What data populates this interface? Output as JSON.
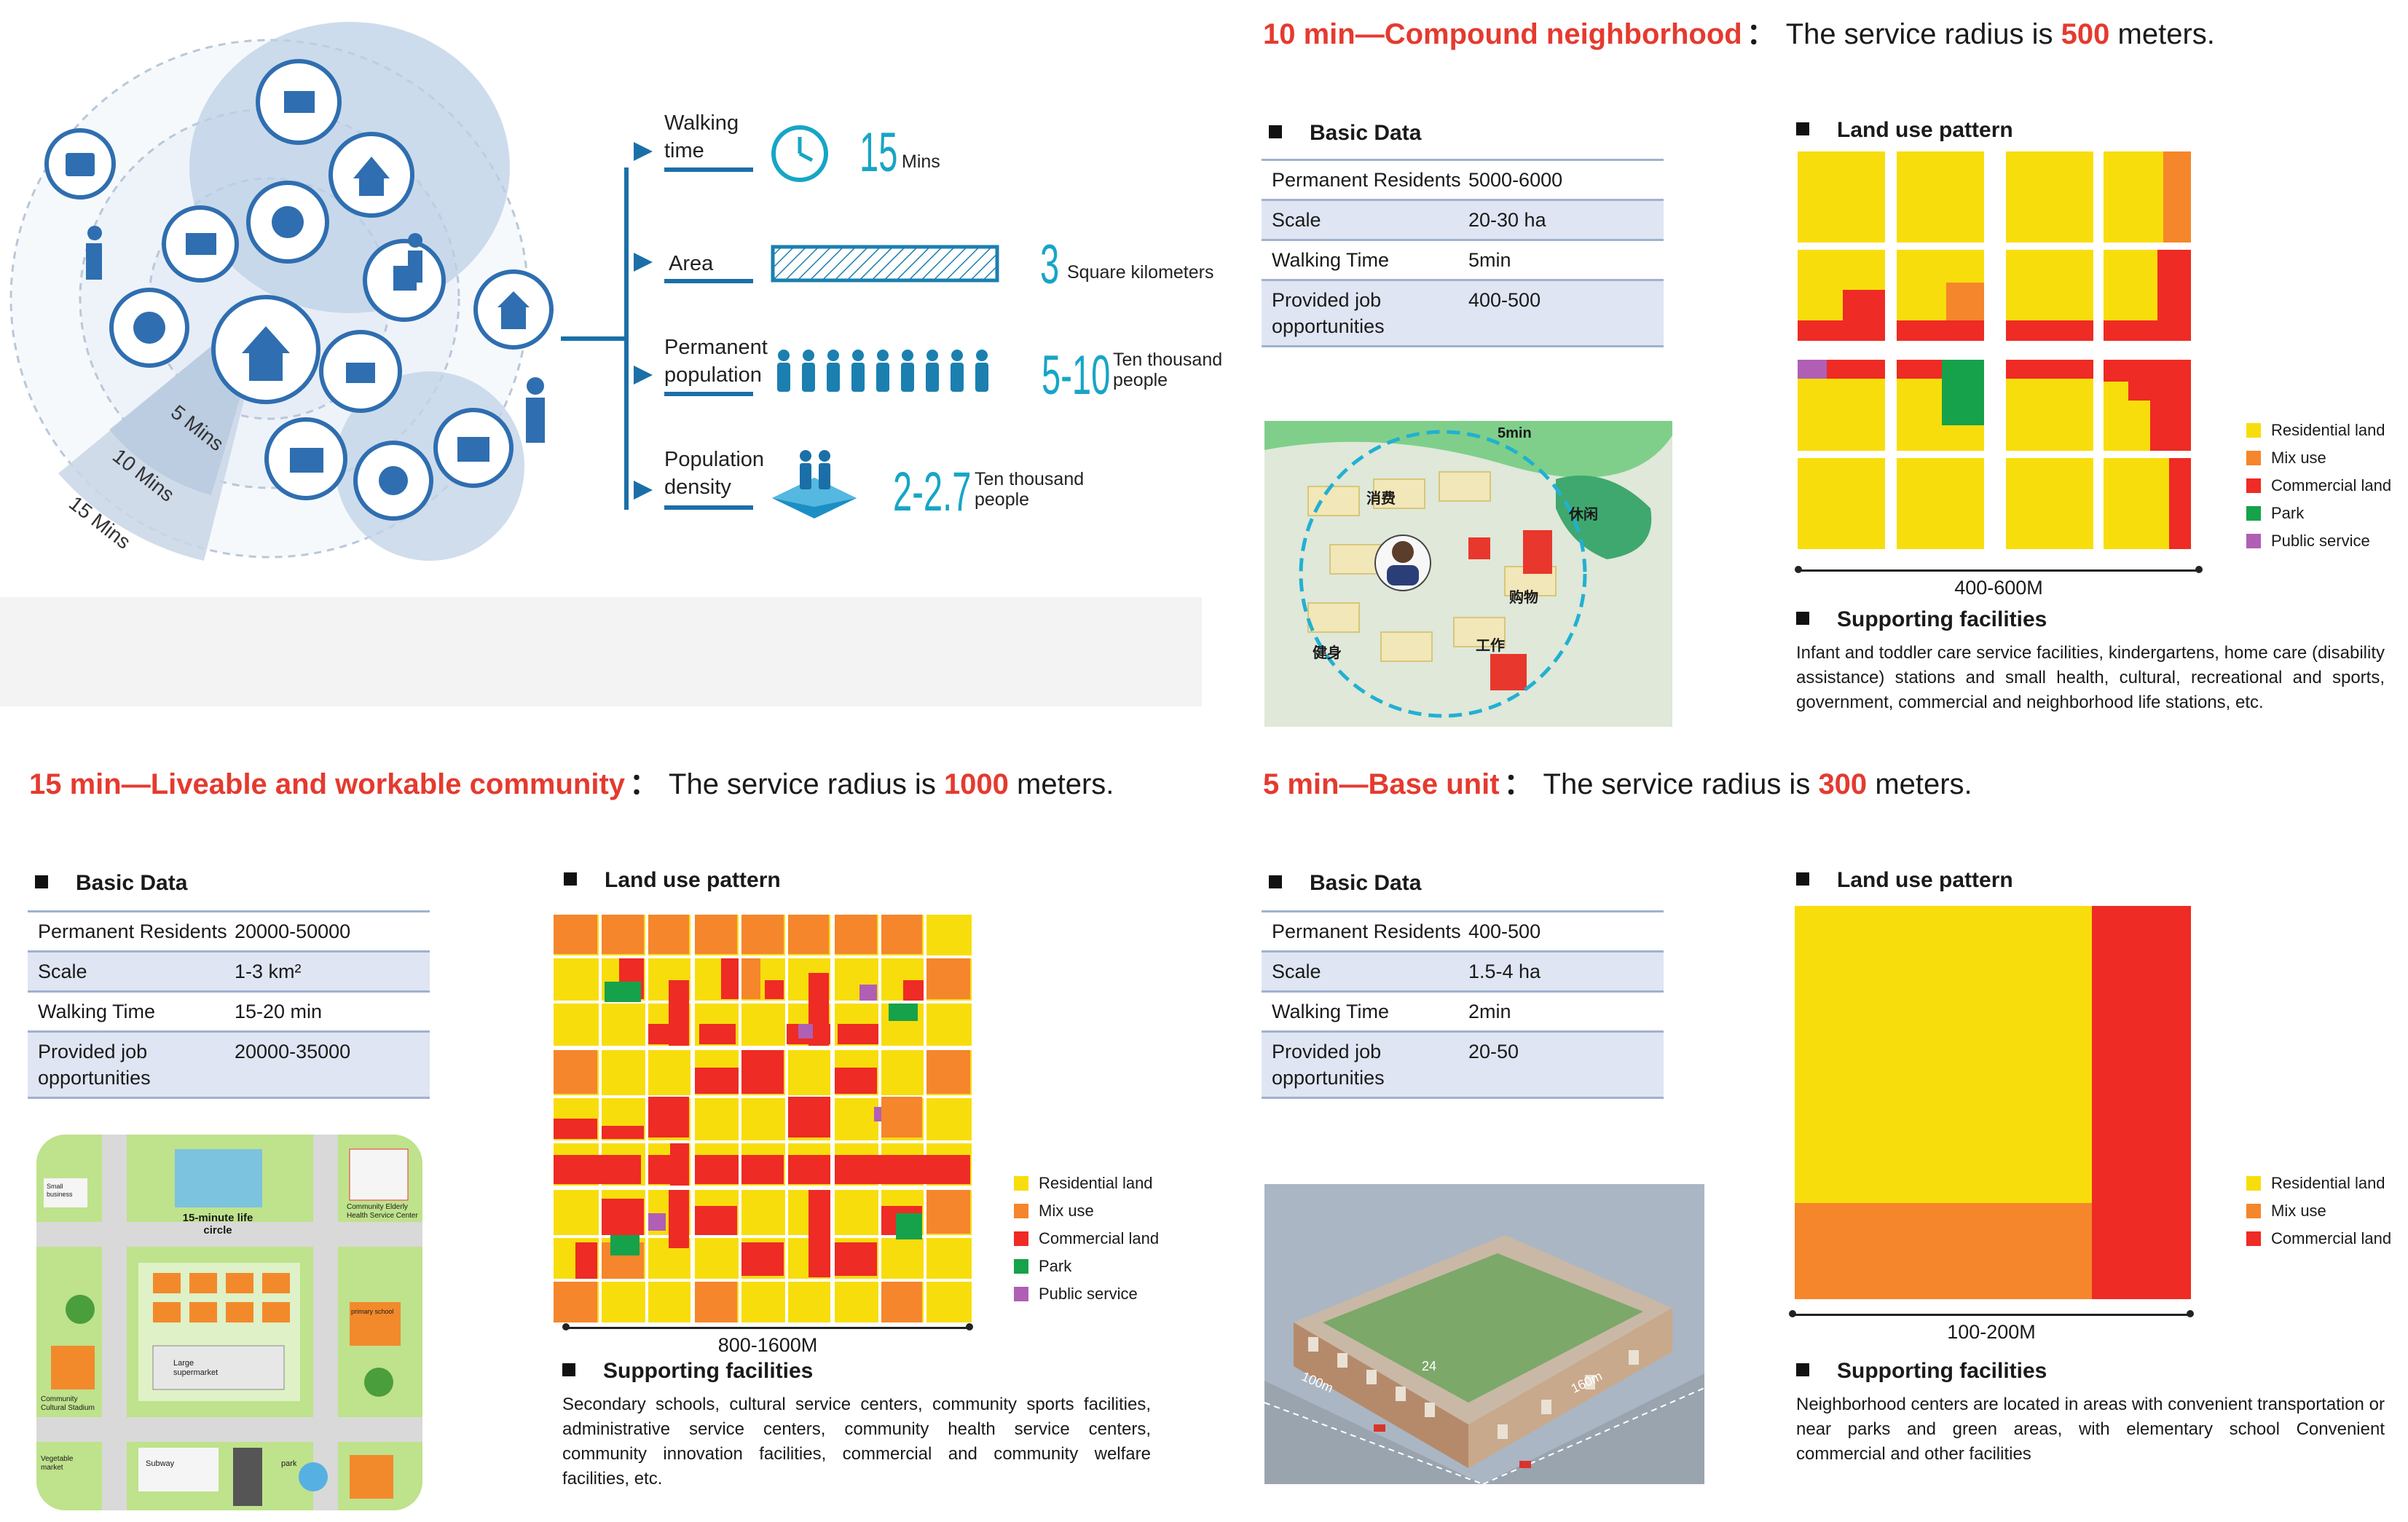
{
  "colors": {
    "residential": "#f8dd0c",
    "mixuse": "#f5862b",
    "commercial": "#ee2b24",
    "park": "#16a24a",
    "public": "#b05fb5",
    "accent_red": "#e53a2f",
    "blue": "#1b6fa8"
  },
  "circle": {
    "rings": [
      "5 Mins",
      "10 Mins",
      "15 Mins"
    ]
  },
  "metrics": [
    {
      "label": "Walking time",
      "value": "15",
      "unit": "Mins"
    },
    {
      "label": "Area",
      "value": "3",
      "unit": "Square kilometers"
    },
    {
      "label": "Permanent population",
      "value": "5-10",
      "unit": "Ten thousand people"
    },
    {
      "label": "Population density",
      "value": "2-2.7",
      "unit": "Ten thousand people"
    }
  ],
  "sections": {
    "min10": {
      "title_red": "10 min—Compound neighborhood",
      "sep": "：",
      "prefix": "The service radius is",
      "radius": "500",
      "suffix": "meters.",
      "basic_header": "Basic Data",
      "rows": [
        [
          "Permanent Residents",
          "5000-6000"
        ],
        [
          "Scale",
          "20-30 ha"
        ],
        [
          "Walking Time",
          "5min"
        ],
        [
          "Provided job opportunities",
          "400-500"
        ]
      ],
      "land_header": "Land use pattern",
      "scale": "400-600M",
      "support_header": "Supporting facilities",
      "support_text": "Infant and toddler care service facilities, kindergartens, home care (disability assistance) stations and small health, cultural, recreational and sports, government, commercial and neighborhood life stations, etc.",
      "legend": [
        "Residential land",
        "Mix use",
        "Commercial land",
        "Park",
        "Public service"
      ],
      "map_labels": [
        "5min",
        "消费",
        "休闲",
        "购物",
        "工作",
        "健身"
      ]
    },
    "min15": {
      "title_red": "15 min—Liveable and workable community",
      "sep": "：",
      "prefix": "The service radius is",
      "radius": "1000",
      "suffix": "meters.",
      "basic_header": "Basic Data",
      "rows": [
        [
          "Permanent Residents",
          "20000-50000"
        ],
        [
          "Scale",
          "1-3 km²"
        ],
        [
          "Walking Time",
          "15-20 min"
        ],
        [
          "Provided job opportunities",
          "20000-35000"
        ]
      ],
      "land_header": "Land use pattern",
      "scale": "800-1600M",
      "support_header": "Supporting facilities",
      "support_text": "Secondary schools, cultural service centers, community sports facilities, administrative service centers, community health service centers, community innovation facilities, commercial and community welfare facilities, etc.",
      "legend": [
        "Residential land",
        "Mix use",
        "Commercial land",
        "Park",
        "Public service"
      ],
      "map_labels": [
        "15-minute life circle",
        "Community Elderly Health Service Center",
        "Large supermarket",
        "Community Cultural Stadium",
        "Vegetable market",
        "Subway",
        "park",
        "Small business",
        "primary school"
      ]
    },
    "min5": {
      "title_red": "5 min—Base unit",
      "sep": "：",
      "prefix": "The service radius is",
      "radius": "300",
      "suffix": "meters.",
      "basic_header": "Basic Data",
      "rows": [
        [
          "Permanent Residents",
          "400-500"
        ],
        [
          "Scale",
          "1.5-4 ha"
        ],
        [
          "Walking Time",
          "2min"
        ],
        [
          "Provided job opportunities",
          "20-50"
        ]
      ],
      "land_header": "Land use pattern",
      "scale": "100-200M",
      "support_header": "Supporting facilities",
      "support_text": "Neighborhood centers are located in areas with convenient transportation or near parks and green areas, with elementary school Convenient commercial and other facilities",
      "legend": [
        "Residential land",
        "Mix use",
        "Commercial land"
      ],
      "map_labels": [
        "100m",
        "160m",
        "24"
      ]
    }
  }
}
